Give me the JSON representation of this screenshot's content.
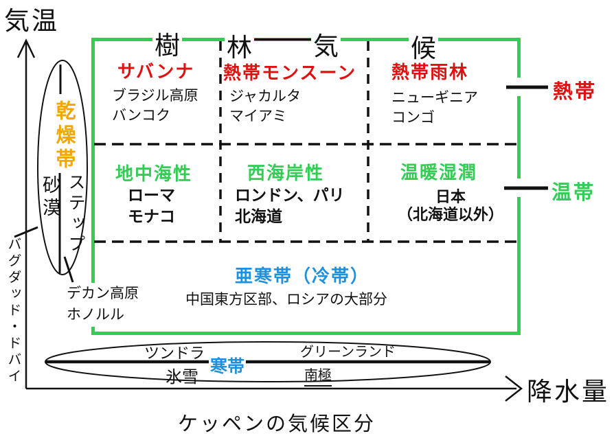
{
  "colors": {
    "frame_green": "#33cc55",
    "tropical_red": "#de1010",
    "cold_blue": "#1e90e0",
    "dry_orange": "#f0a800",
    "line_black": "#111111"
  },
  "axis": {
    "y_label": "気温",
    "x_label": "降水量"
  },
  "caption": "ケッペンの気候区分",
  "forest_band": {
    "chars": [
      "樹",
      "林",
      "気",
      "候"
    ]
  },
  "right_labels": {
    "tropical": "熱帯",
    "temperate": "温帯"
  },
  "cells": {
    "savanna": {
      "name": "サバンナ",
      "city1": "ブラジル高原",
      "city2": "バンコク"
    },
    "monsoon": {
      "name": "熱帯モンスーン",
      "city1": "ジャカルタ",
      "city2": "マイアミ"
    },
    "rainforest": {
      "name": "熱帯雨林",
      "city1": "ニューギニア",
      "city2": "コンゴ"
    },
    "mediterranean": {
      "name": "地中海性",
      "city1": "ローマ",
      "city2": "モナコ"
    },
    "west_coast": {
      "name": "西海岸性",
      "city1": "ロンドン、パリ",
      "city2": "北海道"
    },
    "humid_subtropical": {
      "name": "温暖湿潤",
      "city1": "日本",
      "city2": "（北海道以外）"
    },
    "subarctic": {
      "name": "亜寒帯（冷帯）",
      "cities": "中国東方区部、ロシアの大部分"
    }
  },
  "dry_zone": {
    "name": "乾燥帯",
    "desert": "砂漠",
    "steppe": "ステップ",
    "desert_cities": "バグダッド・ドバイ",
    "steppe_city1": "デカン高原",
    "steppe_city2": "ホノルル"
  },
  "polar_zone": {
    "name": "寒帯",
    "tundra": "ツンドラ",
    "ice": "氷雪",
    "tundra_city": "グリーンランド",
    "ice_city": "南極"
  }
}
